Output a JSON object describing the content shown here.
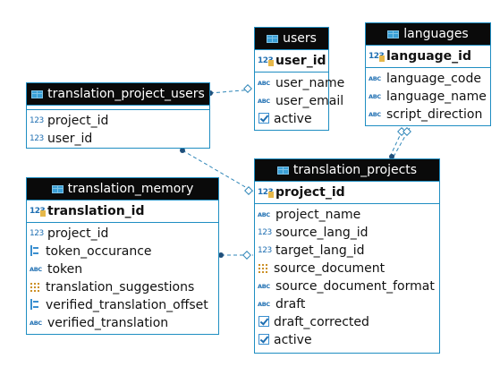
{
  "colors": {
    "header_bg": "#0a0a0a",
    "header_text": "#ffffff",
    "border": "#1f8ec2",
    "link": "#2f86b8",
    "type_icon": "#1f6fb2"
  },
  "entities": {
    "users": {
      "title": "users",
      "pk": [
        {
          "name": "user_id",
          "type": "123"
        }
      ],
      "attrs": [
        {
          "name": "user_name",
          "type": "abc"
        },
        {
          "name": "user_email",
          "type": "abc"
        },
        {
          "name": "active",
          "type": "check"
        }
      ]
    },
    "languages": {
      "title": "languages",
      "pk": [
        {
          "name": "language_id",
          "type": "123"
        }
      ],
      "attrs": [
        {
          "name": "language_code",
          "type": "abc"
        },
        {
          "name": "language_name",
          "type": "abc"
        },
        {
          "name": "script_direction",
          "type": "abc"
        }
      ]
    },
    "translation_project_users": {
      "title": "translation_project_users",
      "pk": [],
      "attrs": [
        {
          "name": "project_id",
          "type": "123"
        },
        {
          "name": "user_id",
          "type": "123"
        }
      ]
    },
    "translation_projects": {
      "title": "translation_projects",
      "pk": [
        {
          "name": "project_id",
          "type": "123"
        }
      ],
      "attrs": [
        {
          "name": "project_name",
          "type": "abc"
        },
        {
          "name": "source_lang_id",
          "type": "123"
        },
        {
          "name": "target_lang_id",
          "type": "123"
        },
        {
          "name": "source_document",
          "type": "grid"
        },
        {
          "name": "source_document_format",
          "type": "abc"
        },
        {
          "name": "draft",
          "type": "abc"
        },
        {
          "name": "draft_corrected",
          "type": "check"
        },
        {
          "name": "active",
          "type": "check"
        }
      ]
    },
    "translation_memory": {
      "title": "translation_memory",
      "pk": [
        {
          "name": "translation_id",
          "type": "123"
        }
      ],
      "attrs": [
        {
          "name": "project_id",
          "type": "123"
        },
        {
          "name": "token_occurance",
          "type": "tree"
        },
        {
          "name": "token",
          "type": "abc"
        },
        {
          "name": "translation_suggestions",
          "type": "grid"
        },
        {
          "name": "verified_translation_offset",
          "type": "tree"
        },
        {
          "name": "verified_translation",
          "type": "abc"
        }
      ]
    }
  },
  "type_labels": {
    "123": "123",
    "abc": "ABC"
  }
}
